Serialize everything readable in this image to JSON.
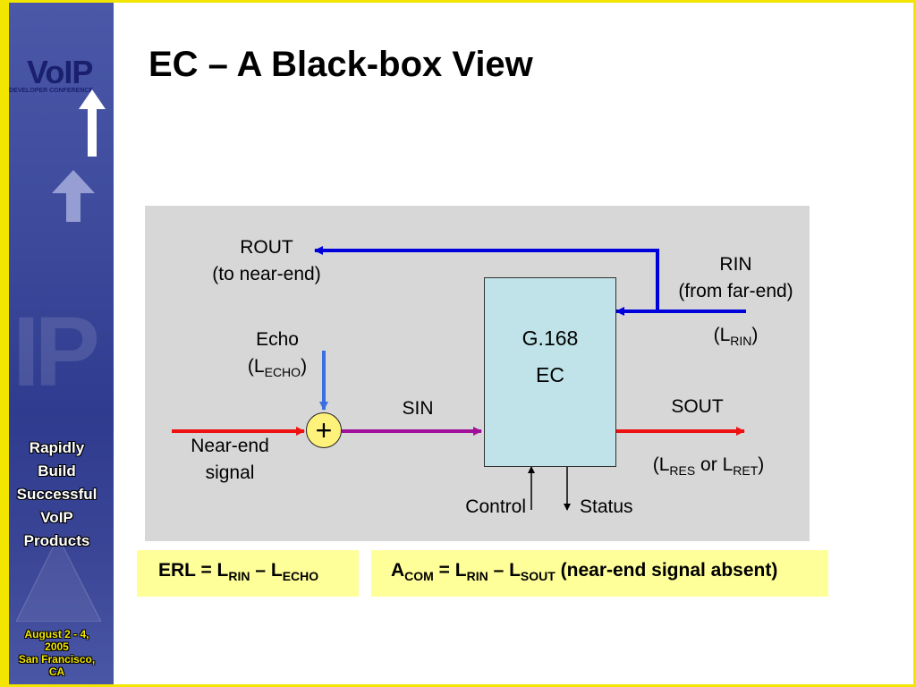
{
  "slide": {
    "title": "EC – A Black-box View"
  },
  "sidebar": {
    "logo_main": "VoIP",
    "logo_sub": "DEVELOPER CONFERENCE",
    "tagline": [
      "Rapidly",
      "Build",
      "Successful",
      "VoIP",
      "Products"
    ],
    "event": [
      "August 2 - 4,",
      "2005",
      "San Francisco,",
      "CA"
    ]
  },
  "diagram": {
    "ec_box": {
      "line1": "G.168",
      "line2": "EC"
    },
    "rout": {
      "line1": "ROUT",
      "line2": "(to near-end)"
    },
    "rin": {
      "line1": "RIN",
      "line2": "(from far-end)",
      "level_main": "L",
      "level_sub": "RIN"
    },
    "echo": {
      "line1": "Echo",
      "level_main": "L",
      "level_sub": "ECHO"
    },
    "sin": "SIN",
    "sout": {
      "label": "SOUT",
      "l1": "L",
      "s1": "RES",
      "mid": " or ",
      "l2": "L",
      "s2": "RET"
    },
    "near_end": {
      "line1": "Near-end",
      "line2": "signal"
    },
    "control": "Control",
    "status": "Status",
    "adder_symbol": "+"
  },
  "formulas": {
    "erl": {
      "a": "ERL = L",
      "a_sub": "RIN",
      "b": " – L",
      "b_sub": "ECHO"
    },
    "acom": {
      "a": "A",
      "a_sub": "COM",
      "b": " = L",
      "b_sub": "RIN",
      "c": " – L",
      "c_sub": "SOUT",
      "d": " (near-end signal absent)"
    }
  },
  "colors": {
    "accent_yellow": "#f2e600",
    "sidebar_blue": "#3d4a9c",
    "diagram_bg": "#d7d7d7",
    "ec_box": "#bfe3e8",
    "formula_bg": "#ffff99",
    "arrow_blue": "#0000dd",
    "arrow_red": "#ee1111",
    "arrow_purple": "#a0109a",
    "echo_arrow": "#3b6fe0"
  }
}
